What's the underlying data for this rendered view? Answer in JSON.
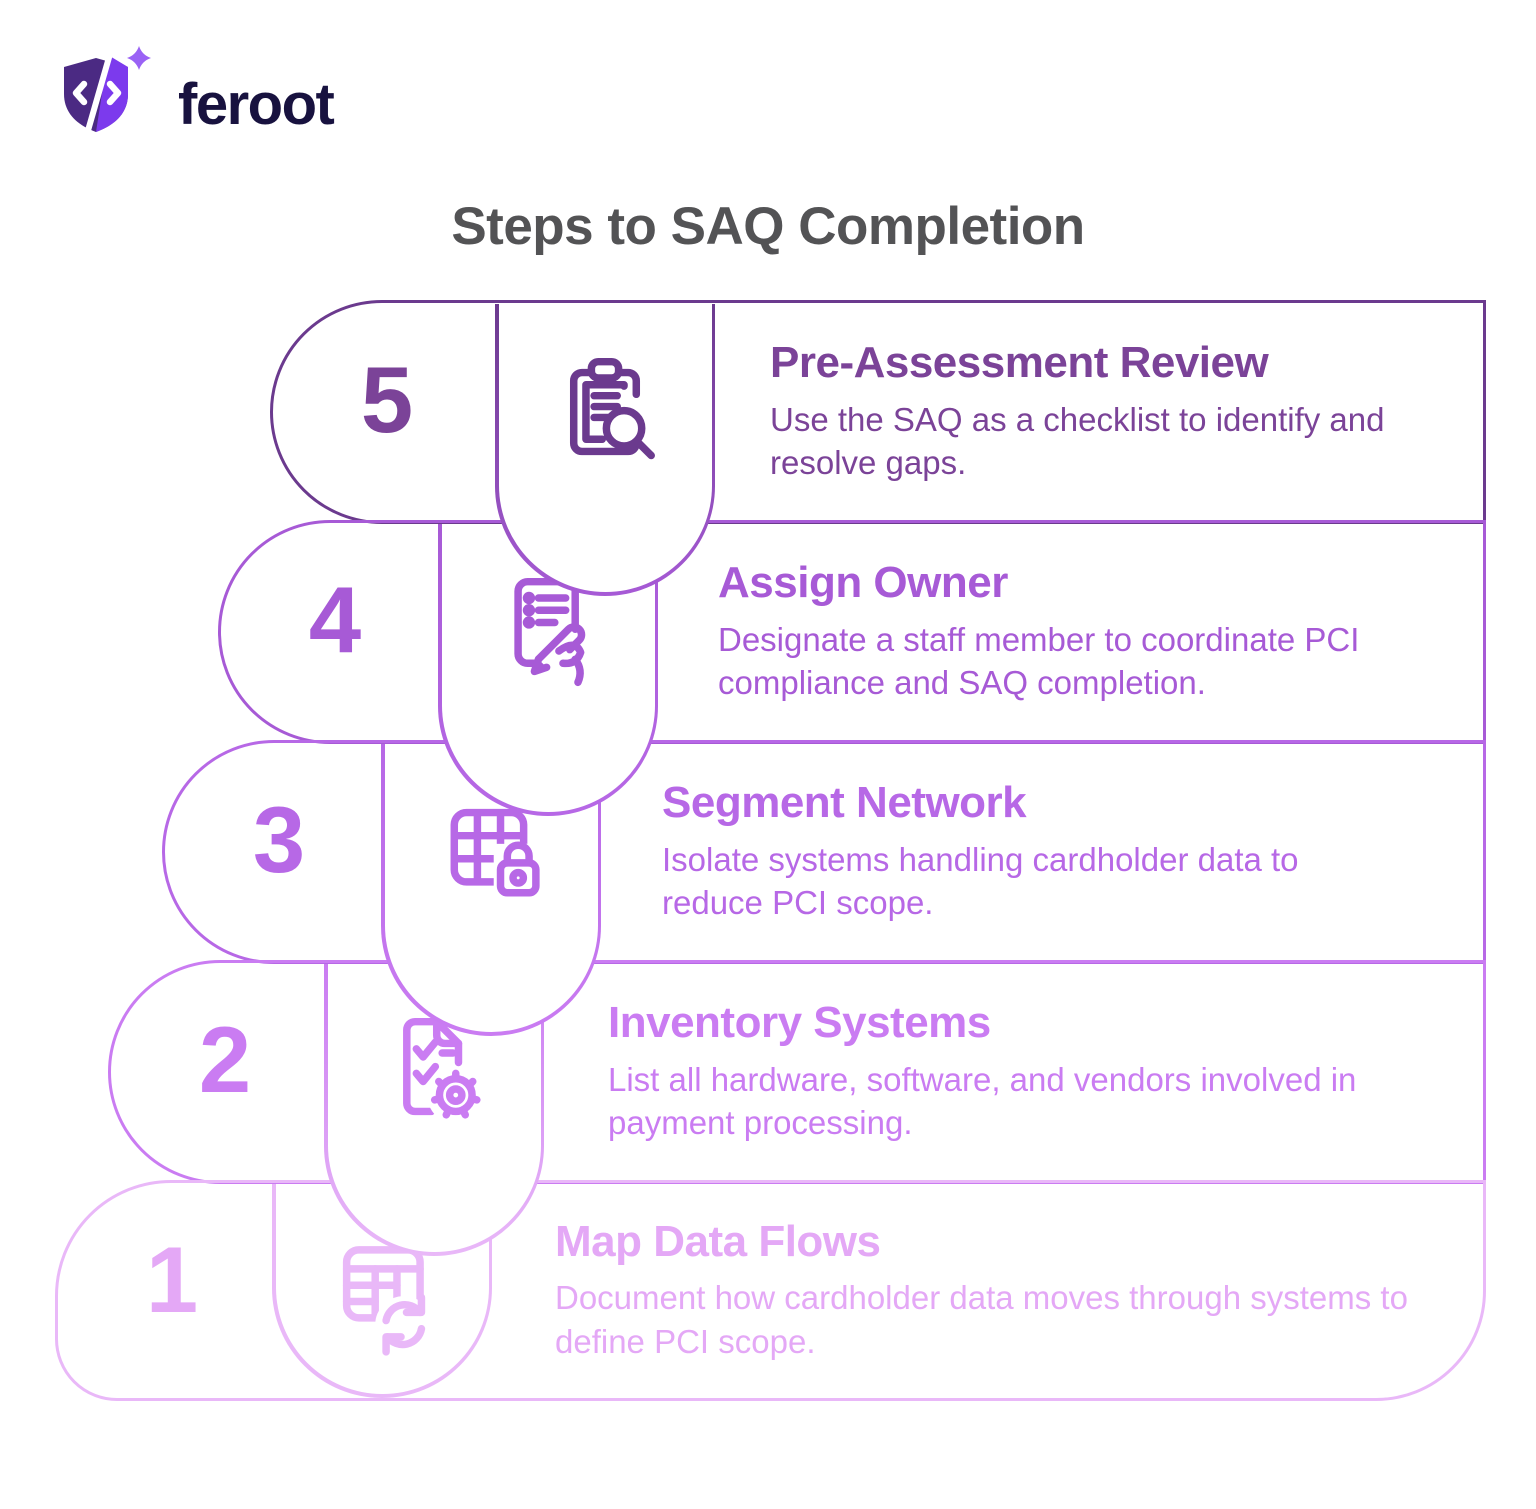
{
  "logo": {
    "brand": "feroot",
    "shield_dark": "#4b2a83",
    "shield_bright": "#7c3aed",
    "sparkle": "#9a62f5",
    "text_color": "#18123f"
  },
  "title": {
    "text": "Steps to SAQ Completion",
    "color": "#535355"
  },
  "steps": [
    {
      "number": "5",
      "title": "Pre-Assessment Review",
      "description": "Use the SAQ as a checklist to identify and resolve gaps.",
      "color": "#6b3a8e",
      "text_color": "#7b4398",
      "icon": "clipboard-search-icon"
    },
    {
      "number": "4",
      "title": "Assign Owner",
      "description": "Designate a staff member to coordinate PCI compliance and SAQ completion.",
      "color": "#a75ad6",
      "text_color": "#a75ad6",
      "icon": "checklist-pen-icon"
    },
    {
      "number": "3",
      "title": "Segment Network",
      "description": "Isolate systems handling cardholder data to reduce PCI scope.",
      "color": "#b768e6",
      "text_color": "#b768e6",
      "icon": "grid-lock-icon"
    },
    {
      "number": "2",
      "title": "Inventory Systems",
      "description": "List all hardware, software, and vendors involved in payment processing.",
      "color": "#ca7cf2",
      "text_color": "#ca7cf2",
      "icon": "document-gear-icon"
    },
    {
      "number": "1",
      "title": "Map Data Flows",
      "description": "Document how cardholder data moves through systems to define PCI scope.",
      "color": "#e9b8f8",
      "text_color": "#e4a8f6",
      "icon": "table-sync-icon"
    }
  ]
}
